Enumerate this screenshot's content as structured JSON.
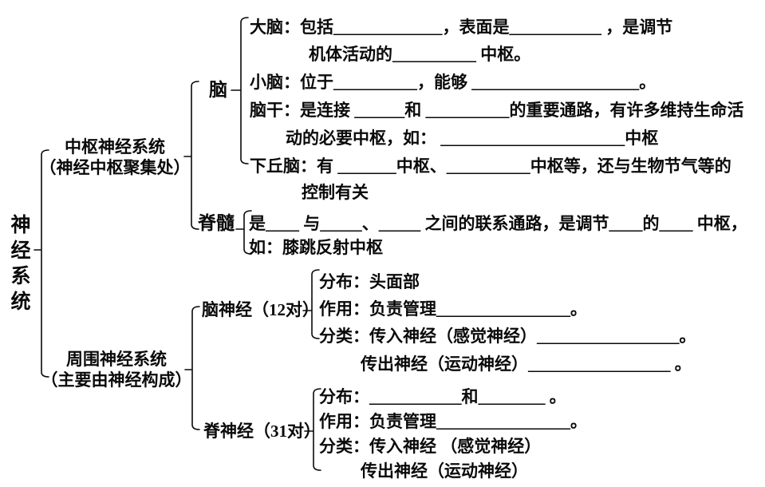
{
  "diagram": {
    "root_label": "神经系统",
    "central": {
      "title": "中枢神经系统",
      "subtitle": "（神经中枢聚集处）",
      "brain": {
        "label": "脑",
        "cerebrum_l1": "大脑：包括_____________，表面是___________ ，是调节",
        "cerebrum_l2": "机体活动的__________ 中枢。",
        "cerebellum": "小脑：位于__________，能够 ____________________。",
        "brainstem_l1": "脑干：是连接 ______和 __________的重要通路，有许多维持生命活",
        "brainstem_l2": "动的必要中枢，如： ______________________中枢",
        "hypothalamus_l1": "下丘脑：有 _______中枢、__________中枢等，还与生物节气等的",
        "hypothalamus_l2": "控制有关"
      },
      "spinal_cord": {
        "label": "脊髓",
        "l1": "是____ 与_____、_____ 之间的联系通路，是调节____的____ 中枢，",
        "l2": "如：膝跳反射中枢"
      }
    },
    "peripheral": {
      "title": "周围神经系统",
      "subtitle": "（主要由神经构成）",
      "cranial": {
        "label": "脑神经（12对）",
        "distribution": "分布：头面部",
        "function": "作用：负责管理________________。",
        "classification_l1": "分类：传入神经（感觉神经）_________________。",
        "classification_l2": "传出神经（运动神经）_________________ 。"
      },
      "spinal_nerve": {
        "label": "脊神经（31对）",
        "distribution": "分布：___________和________ 。",
        "function": "作用：负责管理________________。",
        "classification_l1": "分类：传入神经 （感觉神经）",
        "classification_l2": "传出神经（运动神经）"
      }
    }
  }
}
